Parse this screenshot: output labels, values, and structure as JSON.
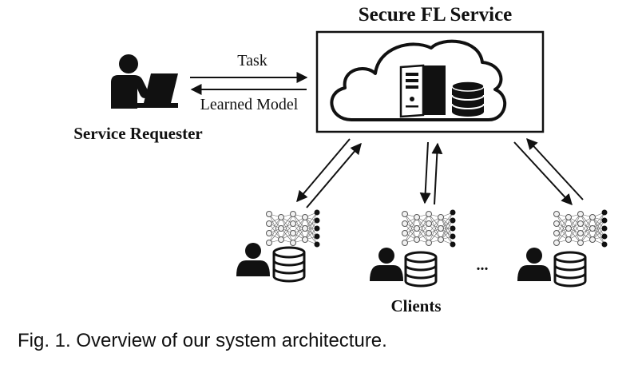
{
  "service": {
    "title": "Secure FL Service"
  },
  "requester": {
    "label": "Service Requester"
  },
  "arrows": {
    "task": "Task",
    "learned_model": "Learned Model"
  },
  "clients": {
    "label": "Clients",
    "ellipsis": "..."
  },
  "caption": "Fig. 1. Overview of our system architecture.",
  "colors": {
    "ink": "#111111",
    "background": "#ffffff",
    "node_fill": "#f2f2f2"
  },
  "icons": [
    "laptop-user-icon",
    "cloud-icon",
    "server-tower-icon",
    "database-icon",
    "neural-network-icon",
    "user-icon"
  ]
}
